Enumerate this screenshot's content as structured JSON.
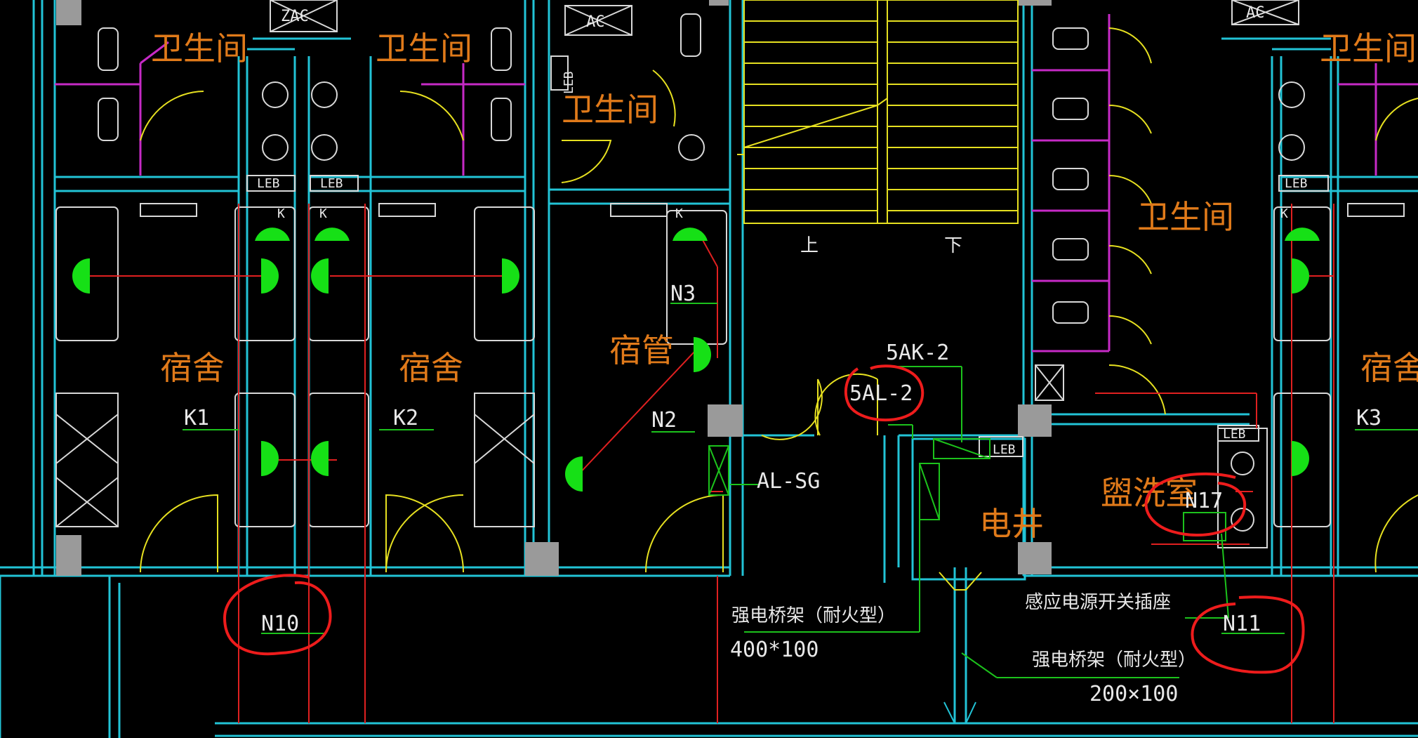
{
  "rooms": {
    "toilet": "卫生间",
    "dorm": "宿舍",
    "dorm_manager": "宿管",
    "washroom": "盥洗室",
    "electric_shaft": "电井"
  },
  "stairs": {
    "up": "上",
    "down": "下"
  },
  "circuits": {
    "k1": "K1",
    "k2": "K2",
    "k3": "K3",
    "n2": "N2",
    "n3": "N3",
    "n10": "N10",
    "n11": "N11",
    "n17": "N17"
  },
  "panels": {
    "ak": "5AK-2",
    "al": "5AL-2",
    "alsg": "AL-SG"
  },
  "fixtures": {
    "leb": "LEB",
    "ac": "AC",
    "zac": "ZAC",
    "k": "K"
  },
  "annotations": {
    "tray1_title": "强电桥架（耐火型）",
    "tray1_size": "400*100",
    "tray2_title": "强电桥架（耐火型）",
    "tray2_size": "200×100",
    "sensor_socket": "感应电源开关插座"
  },
  "colors": {
    "background": "#000000",
    "wall": "#22c3d6",
    "room_text": "#e07a1a",
    "wiring": "#e02020",
    "lamp": "#16e016",
    "door": "#e6e020",
    "markup": "#ee1c1c"
  }
}
